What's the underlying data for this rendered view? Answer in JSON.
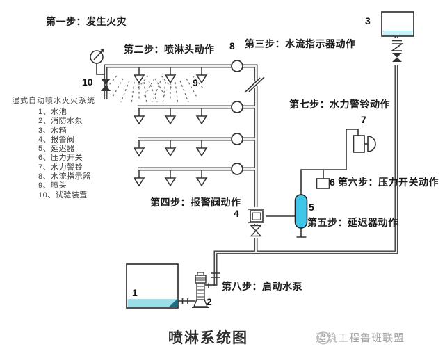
{
  "page": {
    "title": "喷淋系统图",
    "watermark": "建筑工程鲁班联盟"
  },
  "system": {
    "label": "湿式自动喷水灭火系统"
  },
  "steps": {
    "s1": "第一步：发生火灾",
    "s2": "第二步：喷淋头动作",
    "s3": "第三步：水流指示器动作",
    "s4": "第四步：报警阀动作",
    "s5": "第五步：延迟器动作",
    "s6": "第六步：压力开关动作",
    "s7": "第七步：水力警铃动作",
    "s8": "第八步：启动水泵"
  },
  "legend": {
    "items": [
      "1、水池",
      "2、消防水泵",
      "3、水箱",
      "4、报警阀",
      "5、延迟器",
      "6、压力开关",
      "7、水力警铃",
      "8、水流指示器",
      "9、喷头",
      "10、试验装置"
    ]
  },
  "numbers": {
    "pool": "1",
    "pump": "2",
    "tank": "3",
    "alarm_valve": "4",
    "delayer": "5",
    "pressure_switch": "6",
    "alarm_bell": "7",
    "flow_indicator": "8",
    "sprinkler": "9",
    "test_device": "10"
  },
  "colors": {
    "pipe": "#3A3A3A",
    "delayer_fill": "#3EC7E8",
    "pool_water": "#9BDDE8",
    "tank_water": "#CCEEF4",
    "watermark_text": "#A6A6A6"
  }
}
